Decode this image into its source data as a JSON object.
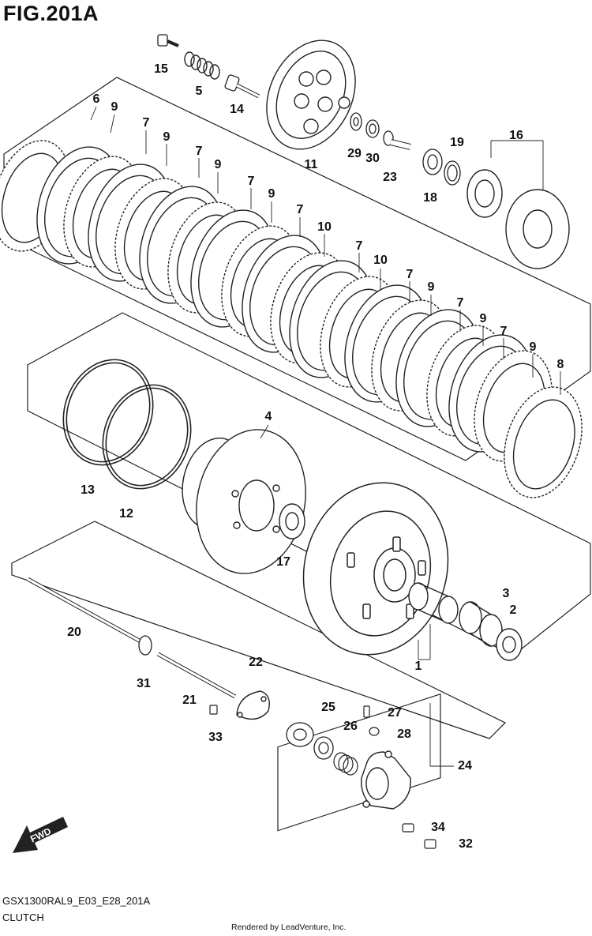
{
  "figure": {
    "title": "FIG.201A",
    "code": "GSX1300RAL9_E03_E28_201A",
    "category": "CLUTCH",
    "rendered_by": "Rendered by LeadVenture, Inc.",
    "fwd_label": "FWD"
  },
  "callouts": [
    "1",
    "2",
    "3",
    "4",
    "5",
    "6",
    "7",
    "8",
    "9",
    "10",
    "11",
    "12",
    "13",
    "14",
    "15",
    "16",
    "17",
    "18",
    "19",
    "20",
    "21",
    "22",
    "23",
    "24",
    "25",
    "26",
    "27",
    "28",
    "29",
    "30",
    "31",
    "32",
    "33",
    "34"
  ]
}
